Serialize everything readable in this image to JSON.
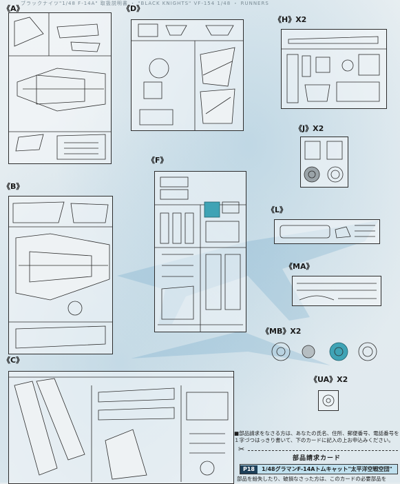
{
  "header_strip": "ブラックナイツ\"1/48 F-14A\" 取扱説明書 ・ \"BLACK KNIGHTS\" VF-154 1/48 ・ RUNNERS",
  "sections": {
    "A": "《A》",
    "D": "《D》",
    "H": "《H》X2",
    "J": "《J》X2",
    "F": "《F》",
    "B": "《B》",
    "L": "《L》",
    "MA": "《MA》",
    "MB": "《MB》X2",
    "C": "《C》",
    "UA": "《UA》X2"
  },
  "parts_card": {
    "note": "■部品請求をなさる方は、あなたの氏名、住所、郵便番号、電話番号を１字づつはっきり書いて、下のカードに記入の上お申込みください。",
    "scissors": "✂",
    "title": "部品請求カード",
    "code": "P18",
    "product": "1/48グラマンF-14Aトムキャット\"太平洋空戦空団\"",
    "bottom_text": "部品を紛失したり、破損なさった方は、このカードの必要部品を"
  },
  "colors": {
    "ink": "#2b2b2b",
    "background": "#e6edf0",
    "accent_part": "#3fa3b5"
  }
}
